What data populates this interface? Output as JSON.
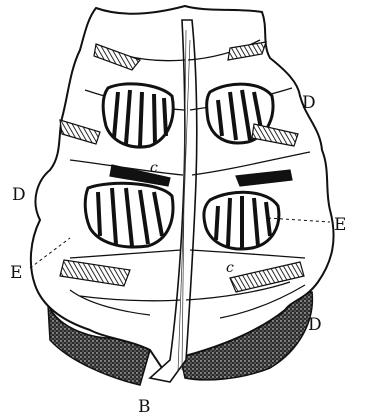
{
  "figure": {
    "labels": {
      "b": "B",
      "c_upper": "c",
      "c_lower": "c",
      "d_upper_right": "D",
      "d_left": "D",
      "d_lower_right": "D",
      "e_left": "E",
      "e_right": "E"
    }
  }
}
